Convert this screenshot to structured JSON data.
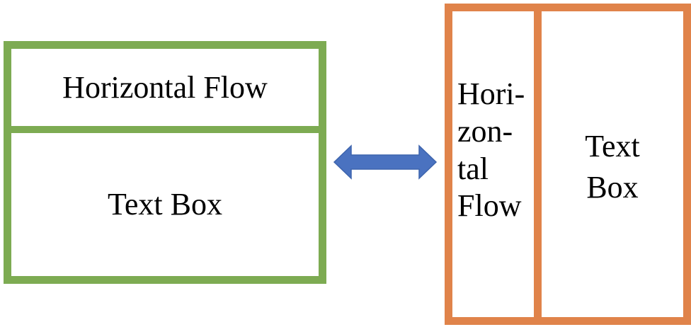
{
  "left_diagram": {
    "header_text": "Horizontal Flow",
    "body_text": "Text Box",
    "color": "#7dab52"
  },
  "right_diagram": {
    "side_text": "Hori-\nzon-\ntal\nFlow",
    "main_text": "Text\nBox",
    "color": "#e0834a"
  },
  "connector": {
    "type": "double-headed-arrow",
    "color": "#4a72c0"
  }
}
